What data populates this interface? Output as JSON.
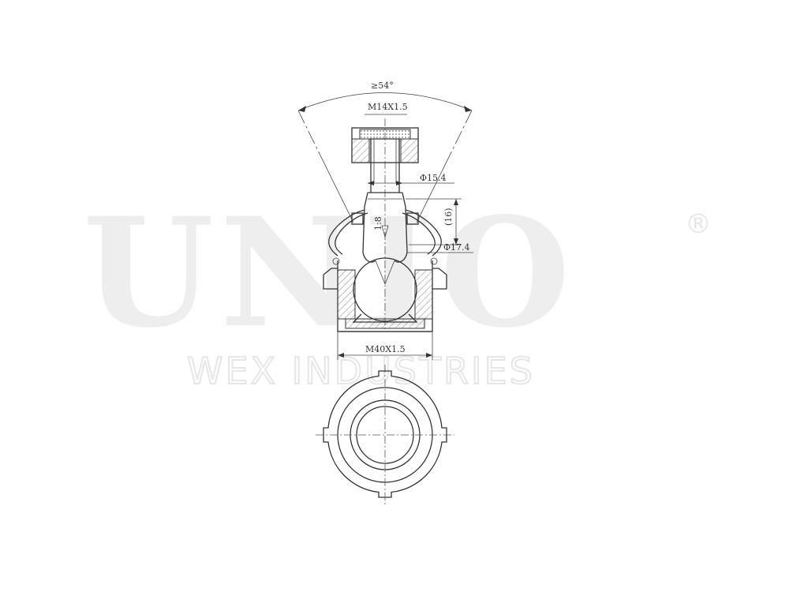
{
  "watermark": {
    "logo": "UNIO",
    "registered": "®",
    "company": "WEX INDUSTRIES"
  },
  "drawing": {
    "angle_label": "≥54°",
    "thread_top": "M14X1.5",
    "taper_ratio": "1:8",
    "dia_upper": "Φ15.4",
    "length_dim": "(16)",
    "dia_lower": "Φ17.4",
    "thread_bottom": "M40X1.5"
  },
  "colors": {
    "line": "#333333",
    "watermark": "#eeeeee"
  }
}
